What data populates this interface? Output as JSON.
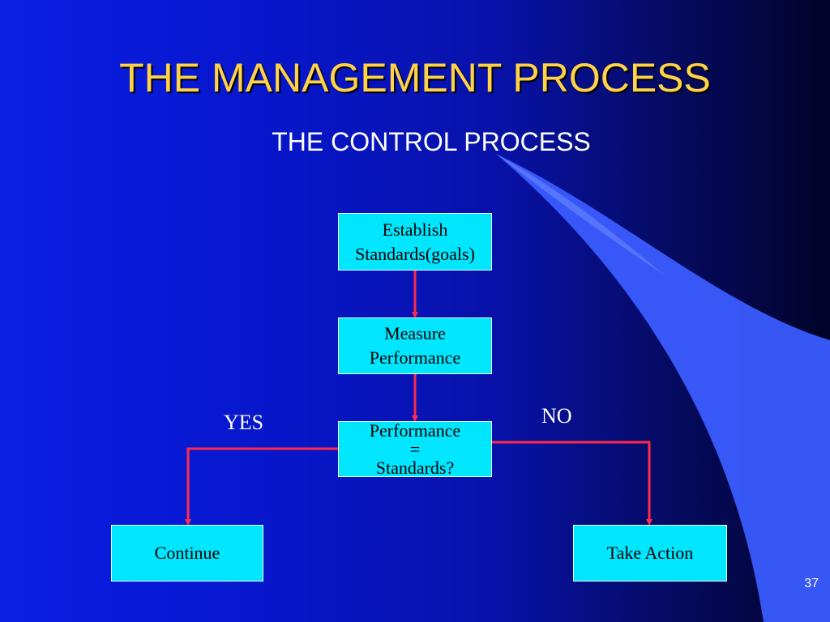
{
  "slide": {
    "title": "THE MANAGEMENT PROCESS",
    "subtitle": "THE CONTROL PROCESS",
    "page_number": "37",
    "colors": {
      "background": "#0a1ee6",
      "title": "#ffd24a",
      "box_fill": "#00e6ff",
      "connector": "#ff2a4a",
      "decor": "#3a5cff"
    }
  },
  "flowchart": {
    "establish": {
      "line1": "Establish",
      "line2": "Standards(goals)"
    },
    "measure": {
      "line1": "Measure",
      "line2": "Performance"
    },
    "decision": {
      "line1": "Performance",
      "line2": "=",
      "line3": "Standards?"
    },
    "continue": {
      "label": "Continue"
    },
    "take_action": {
      "label": "Take Action"
    },
    "yes_label": "YES",
    "no_label": "NO"
  }
}
